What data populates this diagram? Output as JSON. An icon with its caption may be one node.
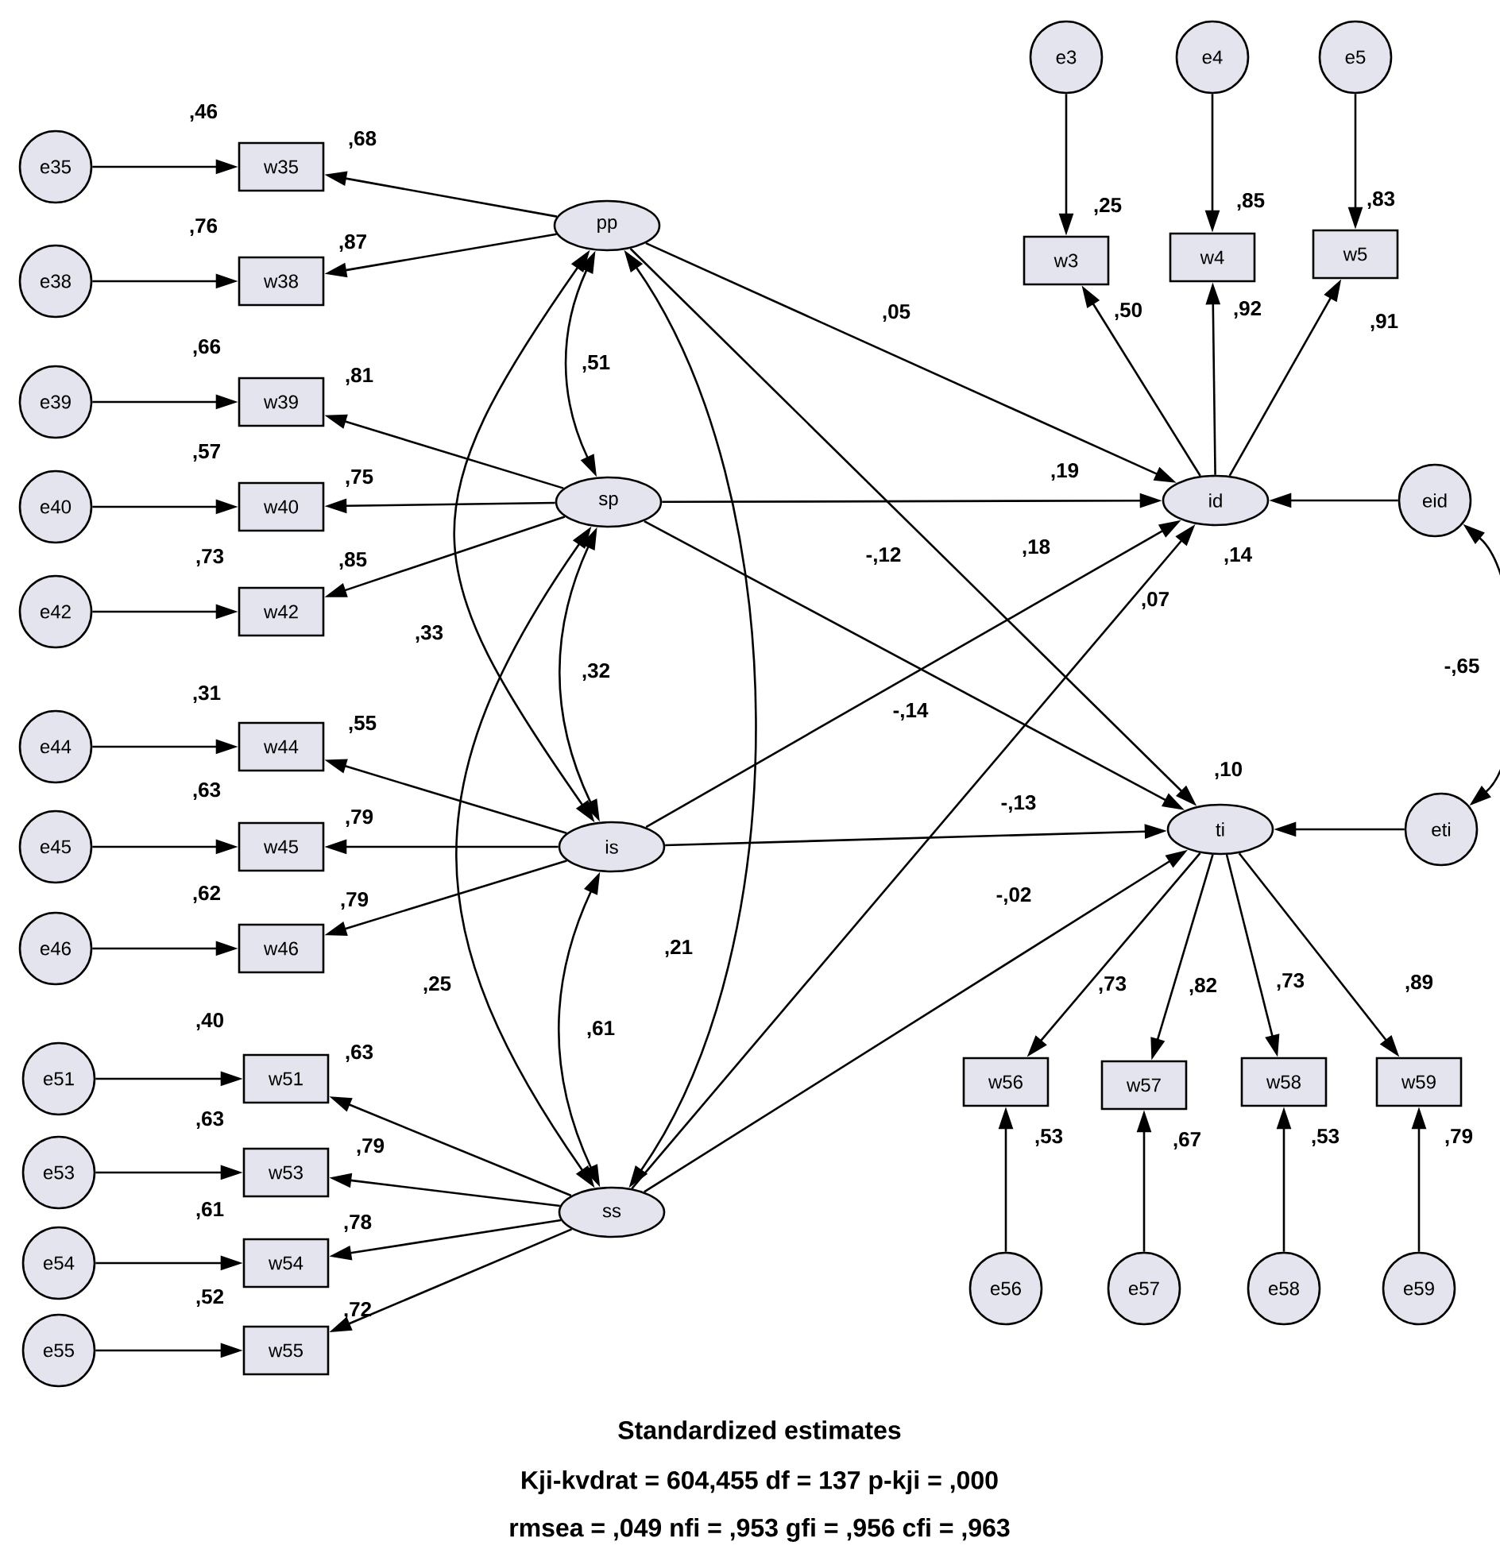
{
  "diagram": {
    "nodes": [
      {
        "text": [
          "e35"
        ]
      },
      {
        "text": [
          "w35"
        ],
        "beside": [
          ",46"
        ]
      },
      {
        "text": [
          "e38"
        ]
      },
      {
        "text": [
          "w38"
        ],
        "beside": [
          ",76"
        ]
      },
      {
        "text": [
          "e39"
        ]
      },
      {
        "text": [
          "w39"
        ],
        "beside": [
          ",66"
        ]
      },
      {
        "text": [
          "e40"
        ]
      },
      {
        "text": [
          "w40"
        ],
        "beside": [
          ",57"
        ]
      },
      {
        "text": [
          "e42"
        ]
      },
      {
        "text": [
          "w42"
        ],
        "beside": [
          ",73"
        ]
      },
      {
        "text": [
          "e44"
        ]
      },
      {
        "text": [
          "w44"
        ],
        "beside": [
          ",31"
        ]
      },
      {
        "text": [
          "e45"
        ]
      },
      {
        "text": [
          "w45"
        ],
        "beside": [
          ",63"
        ]
      },
      {
        "text": [
          "e46"
        ]
      },
      {
        "text": [
          "w46"
        ],
        "beside": [
          ",62"
        ]
      },
      {
        "text": [
          "e51"
        ]
      },
      {
        "text": [
          "w51"
        ],
        "beside": [
          ",40"
        ]
      },
      {
        "text": [
          "e53"
        ]
      },
      {
        "text": [
          "w53"
        ],
        "beside": [
          ",63"
        ]
      },
      {
        "text": [
          "e54"
        ]
      },
      {
        "text": [
          "w54"
        ],
        "beside": [
          ",61"
        ]
      },
      {
        "text": [
          "e55"
        ]
      },
      {
        "text": [
          "w55"
        ],
        "beside": [
          ",52"
        ]
      },
      {
        "text": [
          "pp"
        ]
      },
      {
        "text": [
          "sp"
        ]
      },
      {
        "text": [
          "is"
        ]
      },
      {
        "text": [
          "ss"
        ]
      },
      {
        "text": [
          "e3"
        ]
      },
      {
        "text": [
          "e4"
        ]
      },
      {
        "text": [
          "e5"
        ]
      },
      {
        "text": [
          "w3"
        ],
        "beside": [
          ",25"
        ]
      },
      {
        "text": [
          "w4"
        ],
        "beside": [
          ",85"
        ]
      },
      {
        "text": [
          "w5"
        ],
        "beside": [
          ",83"
        ]
      },
      {
        "text": [
          "id"
        ],
        "beside": [
          ",14"
        ]
      },
      {
        "text": [
          "eid"
        ]
      },
      {
        "text": [
          "ti"
        ],
        "beside": [
          ",10"
        ]
      },
      {
        "text": [
          "eti"
        ]
      },
      {
        "text": [
          "w56"
        ],
        "beside": [
          ",53"
        ]
      },
      {
        "text": [
          "w57"
        ],
        "beside": [
          ",67"
        ]
      },
      {
        "text": [
          "w58"
        ],
        "beside": [
          ",53"
        ]
      },
      {
        "text": [
          "w59"
        ],
        "beside": [
          ",79"
        ]
      },
      {
        "text": [
          "e56"
        ]
      },
      {
        "text": [
          "e57"
        ]
      },
      {
        "text": [
          "e58"
        ]
      },
      {
        "text": [
          "e59"
        ]
      }
    ],
    "edges": [
      {
        "from": 0,
        "to": 1,
        "arrow": "to"
      },
      {
        "from": 2,
        "to": 3,
        "arrow": "to"
      },
      {
        "from": 4,
        "to": 5,
        "arrow": "to"
      },
      {
        "from": 6,
        "to": 7,
        "arrow": "to"
      },
      {
        "from": 8,
        "to": 9,
        "arrow": "to"
      },
      {
        "from": 10,
        "to": 11,
        "arrow": "to"
      },
      {
        "from": 12,
        "to": 13,
        "arrow": "to"
      },
      {
        "from": 14,
        "to": 15,
        "arrow": "to"
      },
      {
        "from": 16,
        "to": 17,
        "arrow": "to"
      },
      {
        "from": 18,
        "to": 19,
        "arrow": "to"
      },
      {
        "from": 20,
        "to": 21,
        "arrow": "to"
      },
      {
        "from": 22,
        "to": 23,
        "arrow": "to"
      },
      {
        "from": 24,
        "to": 1,
        "arrow": "to",
        "label": ",68"
      },
      {
        "from": 24,
        "to": 3,
        "arrow": "to",
        "label": ",87"
      },
      {
        "from": 25,
        "to": 5,
        "arrow": "to",
        "label": ",81"
      },
      {
        "from": 25,
        "to": 7,
        "arrow": "to",
        "label": ",75"
      },
      {
        "from": 25,
        "to": 9,
        "arrow": "to",
        "label": ",85"
      },
      {
        "from": 26,
        "to": 11,
        "arrow": "to",
        "label": ",55"
      },
      {
        "from": 26,
        "to": 13,
        "arrow": "to",
        "label": ",79"
      },
      {
        "from": 26,
        "to": 15,
        "arrow": "to",
        "label": ",79"
      },
      {
        "from": 27,
        "to": 17,
        "arrow": "to",
        "label": ",63"
      },
      {
        "from": 27,
        "to": 19,
        "arrow": "to",
        "label": ",79"
      },
      {
        "from": 27,
        "to": 21,
        "arrow": "to",
        "label": ",78"
      },
      {
        "from": 27,
        "to": 23,
        "arrow": "to",
        "label": ",72"
      },
      {
        "from": 24,
        "to": 25,
        "arrow": "both",
        "label": ",51"
      },
      {
        "from": 25,
        "to": 26,
        "arrow": "both",
        "label": ",32"
      },
      {
        "from": 26,
        "to": 27,
        "arrow": "both",
        "label": ",61"
      },
      {
        "from": 24,
        "to": 26,
        "arrow": "both",
        "label": ",33"
      },
      {
        "from": 25,
        "to": 27,
        "arrow": "both",
        "label": ",25"
      },
      {
        "from": 24,
        "to": 27,
        "arrow": "both",
        "label": ",21"
      },
      {
        "from": 24,
        "to": 34,
        "arrow": "to",
        "label": ",05"
      },
      {
        "from": 25,
        "to": 34,
        "arrow": "to",
        "label": ",19"
      },
      {
        "from": 26,
        "to": 34,
        "arrow": "to",
        "label": ",18"
      },
      {
        "from": 27,
        "to": 34,
        "arrow": "to",
        "label": ",07"
      },
      {
        "from": 24,
        "to": 36,
        "arrow": "to",
        "label": "-,12"
      },
      {
        "from": 25,
        "to": 36,
        "arrow": "to",
        "label": "-,14"
      },
      {
        "from": 26,
        "to": 36,
        "arrow": "to",
        "label": "-,13"
      },
      {
        "from": 27,
        "to": 36,
        "arrow": "to",
        "label": "-,02"
      },
      {
        "from": 35,
        "to": 34,
        "arrow": "to"
      },
      {
        "from": 37,
        "to": 36,
        "arrow": "to"
      },
      {
        "from": 35,
        "to": 37,
        "arrow": "both",
        "label": "-,65"
      },
      {
        "from": 28,
        "to": 31,
        "arrow": "to"
      },
      {
        "from": 29,
        "to": 32,
        "arrow": "to"
      },
      {
        "from": 30,
        "to": 33,
        "arrow": "to"
      },
      {
        "from": 34,
        "to": 31,
        "arrow": "to",
        "label": ",50"
      },
      {
        "from": 34,
        "to": 32,
        "arrow": "to",
        "label": ",92"
      },
      {
        "from": 34,
        "to": 33,
        "arrow": "to",
        "label": ",91"
      },
      {
        "from": 36,
        "to": 38,
        "arrow": "to",
        "label": ",73"
      },
      {
        "from": 36,
        "to": 39,
        "arrow": "to",
        "label": ",82"
      },
      {
        "from": 36,
        "to": 40,
        "arrow": "to",
        "label": ",73"
      },
      {
        "from": 36,
        "to": 41,
        "arrow": "to",
        "label": ",89"
      },
      {
        "from": 42,
        "to": 38,
        "arrow": "to"
      },
      {
        "from": 43,
        "to": 39,
        "arrow": "to"
      },
      {
        "from": 44,
        "to": 40,
        "arrow": "to"
      },
      {
        "from": 45,
        "to": 41,
        "arrow": "to"
      }
    ],
    "labels": [
      "Standardized estimates",
      "Kji-kvdrat = 604,455 df = 137 p-kji = ,000",
      "rmsea = ,049 nfi = ,953 gfi = ,956 cfi = ,963"
    ]
  }
}
